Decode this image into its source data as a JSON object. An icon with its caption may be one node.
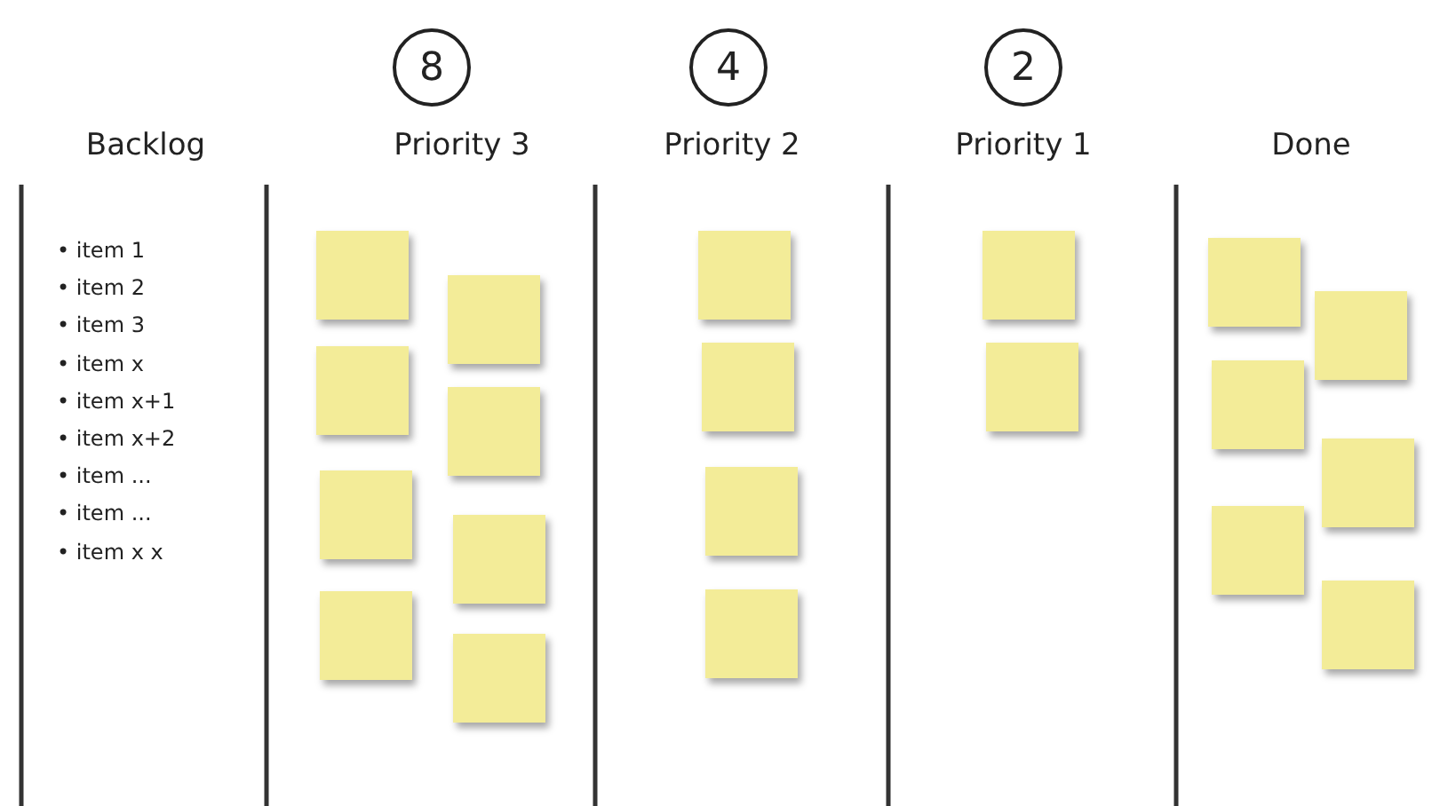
{
  "diagram": {
    "nodes": [
      {
        "text": [
          "8"
        ]
      },
      {
        "text": [
          "4"
        ]
      },
      {
        "text": [
          "2"
        ]
      },
      {
        "text": [],
        "shape": "box"
      },
      {
        "text": [],
        "shape": "box"
      },
      {
        "text": [],
        "shape": "box"
      },
      {
        "text": [],
        "shape": "box"
      },
      {
        "text": [],
        "shape": "box"
      },
      {
        "text": [],
        "shape": "box"
      },
      {
        "text": [],
        "shape": "box"
      },
      {
        "text": [],
        "shape": "box"
      },
      {
        "text": [],
        "shape": "box"
      },
      {
        "text": [],
        "shape": "box"
      },
      {
        "text": [],
        "shape": "box"
      },
      {
        "text": [],
        "shape": "box"
      },
      {
        "text": [],
        "shape": "box"
      },
      {
        "text": [],
        "shape": "box"
      },
      {
        "text": [],
        "shape": "box"
      },
      {
        "text": [],
        "shape": "box"
      },
      {
        "text": [],
        "shape": "box"
      },
      {
        "text": [],
        "shape": "box"
      },
      {
        "text": [],
        "shape": "box"
      },
      {
        "text": [],
        "shape": "box"
      }
    ],
    "edges": [],
    "labels": [
      "Backlog",
      "Priority 3",
      "Priority 2",
      "Priority 1",
      "Done",
      "• item 1",
      "• item 2",
      "• item 3",
      "• item x",
      "• item x+1",
      "• item x+2",
      "• item ...",
      "• item ...",
      "• item x x"
    ]
  }
}
